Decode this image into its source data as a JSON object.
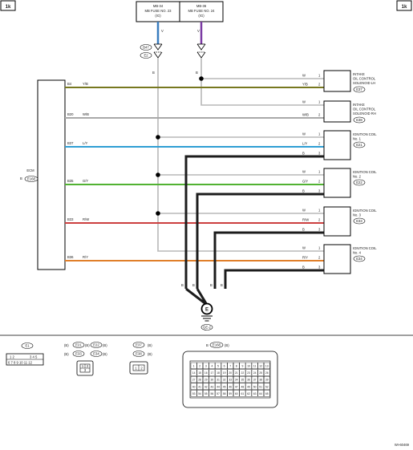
{
  "page": {
    "corner_left": "1k",
    "corner_right": "1k",
    "figure_id": "WI-60469"
  },
  "fuses": [
    {
      "line1": "MB-34",
      "line2": "MB FUSE NO. 23",
      "line3": "(IG)"
    },
    {
      "line1": "MB-36",
      "line2": "MB FUSE NO. 24",
      "line3": "(IG)"
    }
  ],
  "fuse_wire_colors": [
    "V",
    "V"
  ],
  "connectors": {
    "b47": "B47",
    "e2": "E2"
  },
  "left_wire_colors": [
    "B",
    "B"
  ],
  "ecm": {
    "title": "ECM",
    "prefix": "B",
    "connector": "E168"
  },
  "ecm_rows": [
    {
      "pin": "B4",
      "color": "Y/B"
    },
    {
      "pin": "B20",
      "color": "W/B"
    },
    {
      "pin": "B37",
      "color": "L/Y"
    },
    {
      "pin": "B35",
      "color": "G/Y"
    },
    {
      "pin": "B33",
      "color": "R/W"
    },
    {
      "pin": "B36",
      "color": "R/Y"
    }
  ],
  "components": [
    {
      "line1": "INTAKE",
      "line2": "OIL CONTROL",
      "line3": "SOLENOID LH",
      "code": "E37",
      "pins": [
        {
          "wire": "W",
          "pin": "1"
        },
        {
          "wire": "Y/B",
          "pin": "2"
        }
      ]
    },
    {
      "line1": "INTAKE",
      "line2": "OIL CONTROL",
      "line3": "SOLENOID RH",
      "code": "E38",
      "pins": [
        {
          "wire": "W",
          "pin": "1"
        },
        {
          "wire": "W/B",
          "pin": "2"
        }
      ]
    },
    {
      "line1": "IGNITION COIL",
      "line2": "No. 1",
      "line3": "",
      "code": "E21",
      "pins": [
        {
          "wire": "W",
          "pin": "1"
        },
        {
          "wire": "L/Y",
          "pin": "2"
        },
        {
          "wire": "B",
          "pin": "3"
        }
      ]
    },
    {
      "line1": "IGNITION COIL",
      "line2": "No. 2",
      "line3": "",
      "code": "E22",
      "pins": [
        {
          "wire": "W",
          "pin": "1"
        },
        {
          "wire": "G/Y",
          "pin": "2"
        },
        {
          "wire": "B",
          "pin": "3"
        }
      ]
    },
    {
      "line1": "IGNITION COIL",
      "line2": "No. 3",
      "line3": "",
      "code": "E33",
      "pins": [
        {
          "wire": "W",
          "pin": "1"
        },
        {
          "wire": "R/W",
          "pin": "2"
        },
        {
          "wire": "B",
          "pin": "3"
        }
      ]
    },
    {
      "line1": "IGNITION COIL",
      "line2": "No. 4",
      "line3": "",
      "code": "E34",
      "pins": [
        {
          "wire": "W",
          "pin": "1"
        },
        {
          "wire": "R/Y",
          "pin": "2"
        },
        {
          "wire": "B",
          "pin": "3"
        }
      ]
    }
  ],
  "ground": {
    "symbol": "E",
    "wire_color": "B",
    "code": "GE-2"
  },
  "wire_colors": {
    "w": "#b8b8b8",
    "yb": "#77781f",
    "wb": "#a9a9a9",
    "ly": "#2f9ed4",
    "gy": "#52b233",
    "rw": "#cc3f3f",
    "ry": "#e07f2a",
    "b": "#1c1c1c",
    "v_left": "#3a7dbf",
    "v_right": "#7a3aa2"
  },
  "legend": {
    "e1": {
      "code": "E1",
      "row1": "1 2",
      "row1b": "3 4 5",
      "row2": "6 7 8 9 10 11 12"
    },
    "coil": {
      "prefix": "(B)",
      "codes": [
        "E21",
        "E22",
        "E33",
        "E34"
      ],
      "suffixes": [
        "(B)",
        "(B)",
        "(B)",
        "(B)"
      ],
      "pins": [
        "1",
        "2",
        "3"
      ]
    },
    "sol": {
      "codes": [
        "E37",
        "E38"
      ],
      "suffixes": [
        "(B)",
        "(B)"
      ],
      "pins": [
        "1",
        "2"
      ]
    },
    "ecm_conn": {
      "prefix": "B",
      "code": "E168",
      "suffix": "(B)",
      "rows": [
        [
          "1",
          "2",
          "3",
          "4",
          "5",
          "6",
          "7",
          "8",
          "9",
          "10",
          "11",
          "12",
          "13"
        ],
        [
          "14",
          "15",
          "16",
          "17",
          "18",
          "19",
          "20",
          "21",
          "22",
          "23",
          "24",
          "25",
          "26"
        ],
        [
          "27",
          "28",
          "29",
          "30",
          "31",
          "32",
          "33",
          "34",
          "35",
          "36",
          "37",
          "38",
          "39"
        ],
        [
          "40",
          "41",
          "42",
          "43",
          "44",
          "45",
          "46",
          "47",
          "48",
          "49",
          "50",
          "51",
          "52"
        ],
        [
          "53",
          "54",
          "55",
          "56",
          "57",
          "58",
          "59",
          "60",
          "61",
          "62",
          "63",
          "64",
          "65"
        ]
      ]
    }
  }
}
